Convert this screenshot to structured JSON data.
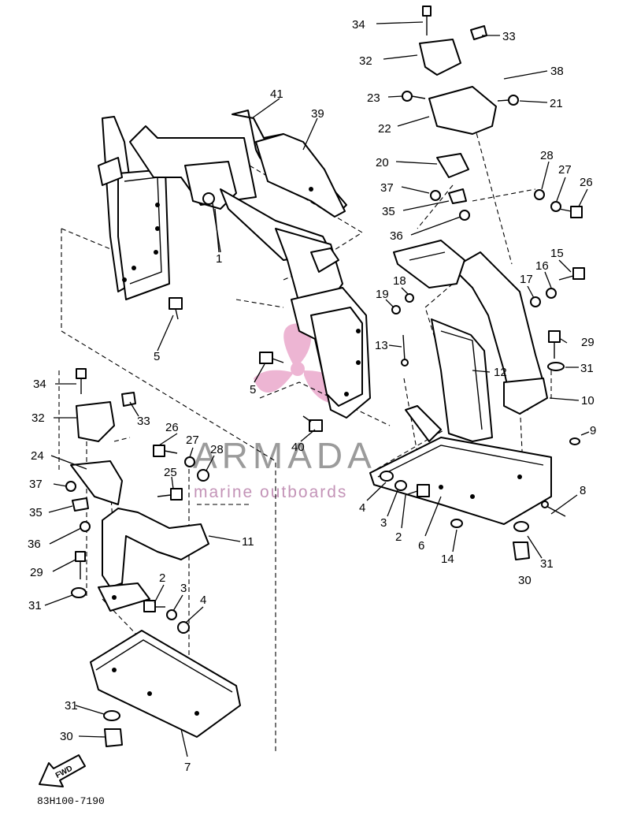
{
  "diagram": {
    "code": "83H100-7190",
    "fwd_label": "FWD",
    "watermark": {
      "brand": "ARMADA",
      "tagline": "marine outboards",
      "accent": "#e07ab0"
    },
    "callouts": [
      {
        "id": "c1",
        "text": "1"
      },
      {
        "id": "c2a",
        "text": "2"
      },
      {
        "id": "c2b",
        "text": "2"
      },
      {
        "id": "c3a",
        "text": "3"
      },
      {
        "id": "c3b",
        "text": "3"
      },
      {
        "id": "c4a",
        "text": "4"
      },
      {
        "id": "c4b",
        "text": "4"
      },
      {
        "id": "c5a",
        "text": "5"
      },
      {
        "id": "c5b",
        "text": "5"
      },
      {
        "id": "c6",
        "text": "6"
      },
      {
        "id": "c7",
        "text": "7"
      },
      {
        "id": "c8",
        "text": "8"
      },
      {
        "id": "c9",
        "text": "9"
      },
      {
        "id": "c10",
        "text": "10"
      },
      {
        "id": "c11",
        "text": "11"
      },
      {
        "id": "c12",
        "text": "12"
      },
      {
        "id": "c13",
        "text": "13"
      },
      {
        "id": "c14",
        "text": "14"
      },
      {
        "id": "c15",
        "text": "15"
      },
      {
        "id": "c16",
        "text": "16"
      },
      {
        "id": "c17",
        "text": "17"
      },
      {
        "id": "c18",
        "text": "18"
      },
      {
        "id": "c19",
        "text": "19"
      },
      {
        "id": "c20",
        "text": "20"
      },
      {
        "id": "c21",
        "text": "21"
      },
      {
        "id": "c22",
        "text": "22"
      },
      {
        "id": "c23",
        "text": "23"
      },
      {
        "id": "c24",
        "text": "24"
      },
      {
        "id": "c25",
        "text": "25"
      },
      {
        "id": "c26a",
        "text": "26"
      },
      {
        "id": "c26b",
        "text": "26"
      },
      {
        "id": "c27a",
        "text": "27"
      },
      {
        "id": "c27b",
        "text": "27"
      },
      {
        "id": "c28a",
        "text": "28"
      },
      {
        "id": "c28b",
        "text": "28"
      },
      {
        "id": "c29a",
        "text": "29"
      },
      {
        "id": "c29b",
        "text": "29"
      },
      {
        "id": "c30a",
        "text": "30"
      },
      {
        "id": "c30b",
        "text": "30"
      },
      {
        "id": "c31a",
        "text": "31"
      },
      {
        "id": "c31b",
        "text": "31"
      },
      {
        "id": "c31c",
        "text": "31"
      },
      {
        "id": "c31d",
        "text": "31"
      },
      {
        "id": "c32a",
        "text": "32"
      },
      {
        "id": "c32b",
        "text": "32"
      },
      {
        "id": "c33a",
        "text": "33"
      },
      {
        "id": "c33b",
        "text": "33"
      },
      {
        "id": "c34a",
        "text": "34"
      },
      {
        "id": "c34b",
        "text": "34"
      },
      {
        "id": "c35a",
        "text": "35"
      },
      {
        "id": "c35b",
        "text": "35"
      },
      {
        "id": "c36a",
        "text": "36"
      },
      {
        "id": "c36b",
        "text": "36"
      },
      {
        "id": "c37a",
        "text": "37"
      },
      {
        "id": "c37b",
        "text": "37"
      },
      {
        "id": "c38",
        "text": "38"
      },
      {
        "id": "c39",
        "text": "39"
      },
      {
        "id": "c40",
        "text": "40"
      },
      {
        "id": "c41",
        "text": "41"
      }
    ]
  }
}
